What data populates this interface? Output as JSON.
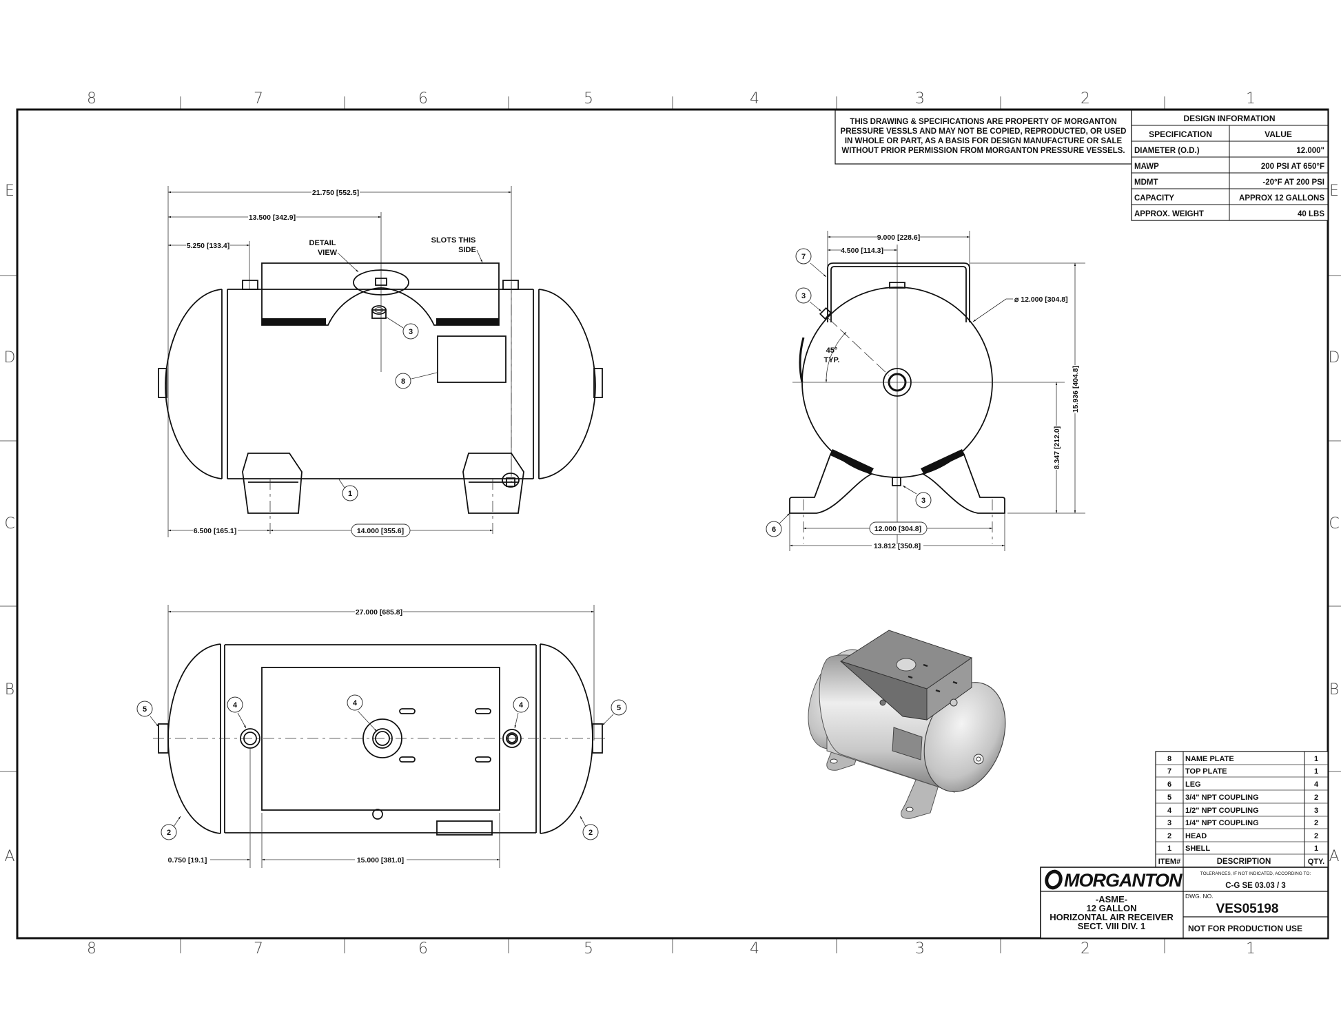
{
  "zones": {
    "columns": [
      "8",
      "7",
      "6",
      "5",
      "4",
      "3",
      "2",
      "1"
    ],
    "rows": [
      "E",
      "D",
      "C",
      "B",
      "A"
    ]
  },
  "notice": {
    "lines": [
      "THIS DRAWING & SPECIFICATIONS ARE PROPERTY OF MORGANTON",
      "PRESSURE VESSLS AND MAY NOT BE COPIED, REPRODUCTED,  OR USED",
      "IN WHOLE OR PART, AS A BASIS FOR DESIGN MANUFACTURE OR SALE",
      "WITHOUT PRIOR PERMISSION FROM MORGANTON PRESSURE VESSELS."
    ]
  },
  "design_info": {
    "title": "DESIGN INFORMATION",
    "col_spec": "SPECIFICATION",
    "col_value": "VALUE",
    "rows": [
      {
        "spec": "DIAMETER (O.D.)",
        "value": "12.000\""
      },
      {
        "spec": "MAWP",
        "value": "200 PSI AT 650°F"
      },
      {
        "spec": "MDMT",
        "value": "-20°F AT 200 PSI"
      },
      {
        "spec": "CAPACITY",
        "value": "APPROX 12 GALLONS"
      },
      {
        "spec": "APPROX. WEIGHT",
        "value": "40 LBS"
      }
    ]
  },
  "side_view": {
    "dim_overall": "21.750",
    "dim_overall_mm": "552.5",
    "dim_coupling": "13.500",
    "dim_coupling_mm": "342.9",
    "dim_plate": "5.250",
    "dim_plate_mm": "133.4",
    "dim_leg": "6.500",
    "dim_leg_mm": "165.1",
    "dim_leg_spacing": "14.000",
    "dim_leg_spacing_mm": "355.6",
    "note_detail_1": "DETAIL",
    "note_detail_2": "VIEW",
    "note_slots_1": "SLOTS THIS",
    "note_slots_2": "SIDE",
    "balloons": [
      "3",
      "8",
      "1"
    ]
  },
  "end_view": {
    "dim_plate_width": "9.000",
    "dim_plate_width_mm": "228.6",
    "dim_plate_half": "4.500",
    "dim_plate_half_mm": "114.3",
    "dim_diameter": "12.000",
    "dim_diameter_mm": "304.8",
    "dim_height": "15.936",
    "dim_height_mm": "404.8",
    "dim_center_height": "8.347",
    "dim_center_height_mm": "212.0",
    "dim_bolt_spacing": "12.000",
    "dim_bolt_spacing_mm": "304.8",
    "dim_base_width": "13.812",
    "dim_base_width_mm": "350.8",
    "angle_1": "45°",
    "angle_2": "TYP.",
    "balloons": [
      "7",
      "3",
      "3",
      "6"
    ]
  },
  "top_view": {
    "dim_overall": "27.000",
    "dim_overall_mm": "685.8",
    "dim_offset": "0.750",
    "dim_offset_mm": "19.1",
    "dim_plate": "15.000",
    "dim_plate_mm": "381.0",
    "balloons": [
      "5",
      "4",
      "4",
      "4",
      "5",
      "2",
      "2"
    ]
  },
  "bom": {
    "headers": {
      "item": "ITEM#",
      "desc": "DESCRIPTION",
      "qty": "QTY."
    },
    "rows": [
      {
        "item": "8",
        "desc": "NAME PLATE",
        "qty": "1"
      },
      {
        "item": "7",
        "desc": "TOP PLATE",
        "qty": "1"
      },
      {
        "item": "6",
        "desc": "LEG",
        "qty": "4"
      },
      {
        "item": "5",
        "desc": "3/4\" NPT COUPLING",
        "qty": "2"
      },
      {
        "item": "4",
        "desc": "1/2\" NPT COUPLING",
        "qty": "3"
      },
      {
        "item": "3",
        "desc": "1/4\" NPT COUPLING",
        "qty": "2"
      },
      {
        "item": "2",
        "desc": "HEAD",
        "qty": "2"
      },
      {
        "item": "1",
        "desc": "SHELL",
        "qty": "1"
      }
    ]
  },
  "title_block": {
    "logo": "MORGANTON",
    "tolerance_label": "TOLERANCES, IF NOT INDICATED, ACCORDING TO:",
    "tolerance_value": "C-G SE 03.03 / 3",
    "title_1": "-ASME-",
    "title_2": "12 GALLON",
    "title_3": "HORIZONTAL AIR RECEIVER",
    "title_4": "SECT. VIII DIV. 1",
    "dwg_label": "DWG. NO.",
    "dwg_no": "VES05198",
    "status": "NOT FOR PRODUCTION USE"
  }
}
